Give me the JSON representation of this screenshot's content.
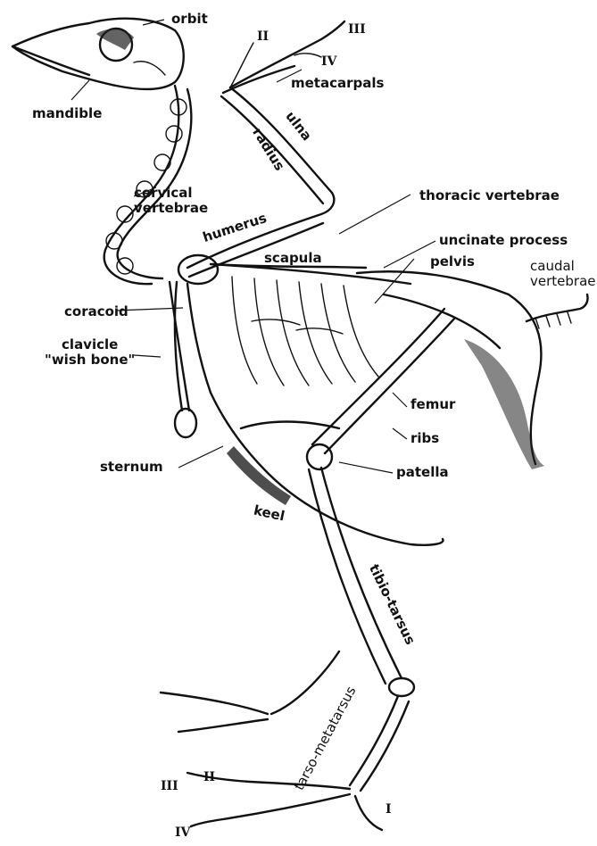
{
  "labels": {
    "orbit": "orbit",
    "mandible": "mandible",
    "cervical_vertebrae": "cervical\nvertebrae",
    "humerus": "humerus",
    "radius": "radius",
    "ulna": "ulna",
    "digit_II": "II",
    "digit_III": "III",
    "digit_IV": "IV",
    "metacarpals": "metacarpals",
    "thoracic_vertebrae": "thoracic vertebrae",
    "uncinate_process": "uncinate process",
    "scapula": "scapula",
    "pelvis": "pelvis",
    "caudal_vertebrae": "caudal\nvertebrae",
    "coracoid": "coracoid",
    "clavicle": "clavicle\n\"wish bone\"",
    "femur": "femur",
    "ribs": "ribs",
    "sternum": "sternum",
    "patella": "patella",
    "keel": "keel",
    "tibio_tarsus": "tibio-tarsus",
    "tarso_metatarsus": "tarso-metatarsus",
    "toe_I": "I",
    "toe_II": "II",
    "toe_III": "III",
    "toe_IV": "IV"
  }
}
